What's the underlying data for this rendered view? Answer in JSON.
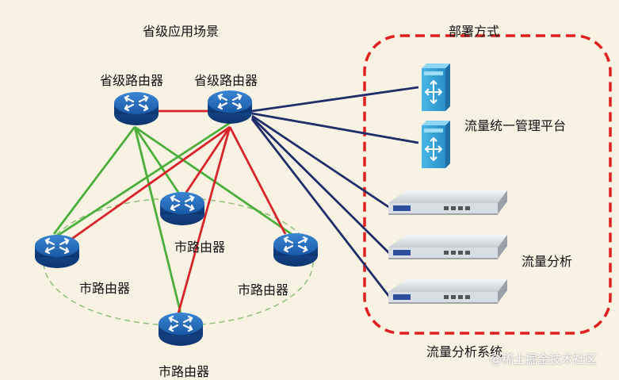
{
  "labels": {
    "scene_title": "省级应用场景",
    "deploy_title": "部署方式",
    "province_router_1": "省级路由器",
    "province_router_2": "省级路由器",
    "city_router_center": "市路由器",
    "city_router_left": "市路由器",
    "city_router_right": "市路由器",
    "city_router_bottom": "市路由器",
    "platform": "流量统一管理平台",
    "analysis": "流量分析",
    "system": "流量分析系统"
  },
  "watermark": "@稀土掘金技术社区",
  "colors": {
    "background": "#f8f2e2",
    "router": "#1a5aa8",
    "red_link": "#d9232b",
    "green_link": "#4cae3c",
    "navy_link": "#1f2d6b",
    "dashed_box": "#e02020",
    "ring": "#8fbf7a"
  },
  "icons": {
    "router": "router-icon",
    "switch": "switch-icon",
    "appliance": "server-appliance-icon"
  }
}
